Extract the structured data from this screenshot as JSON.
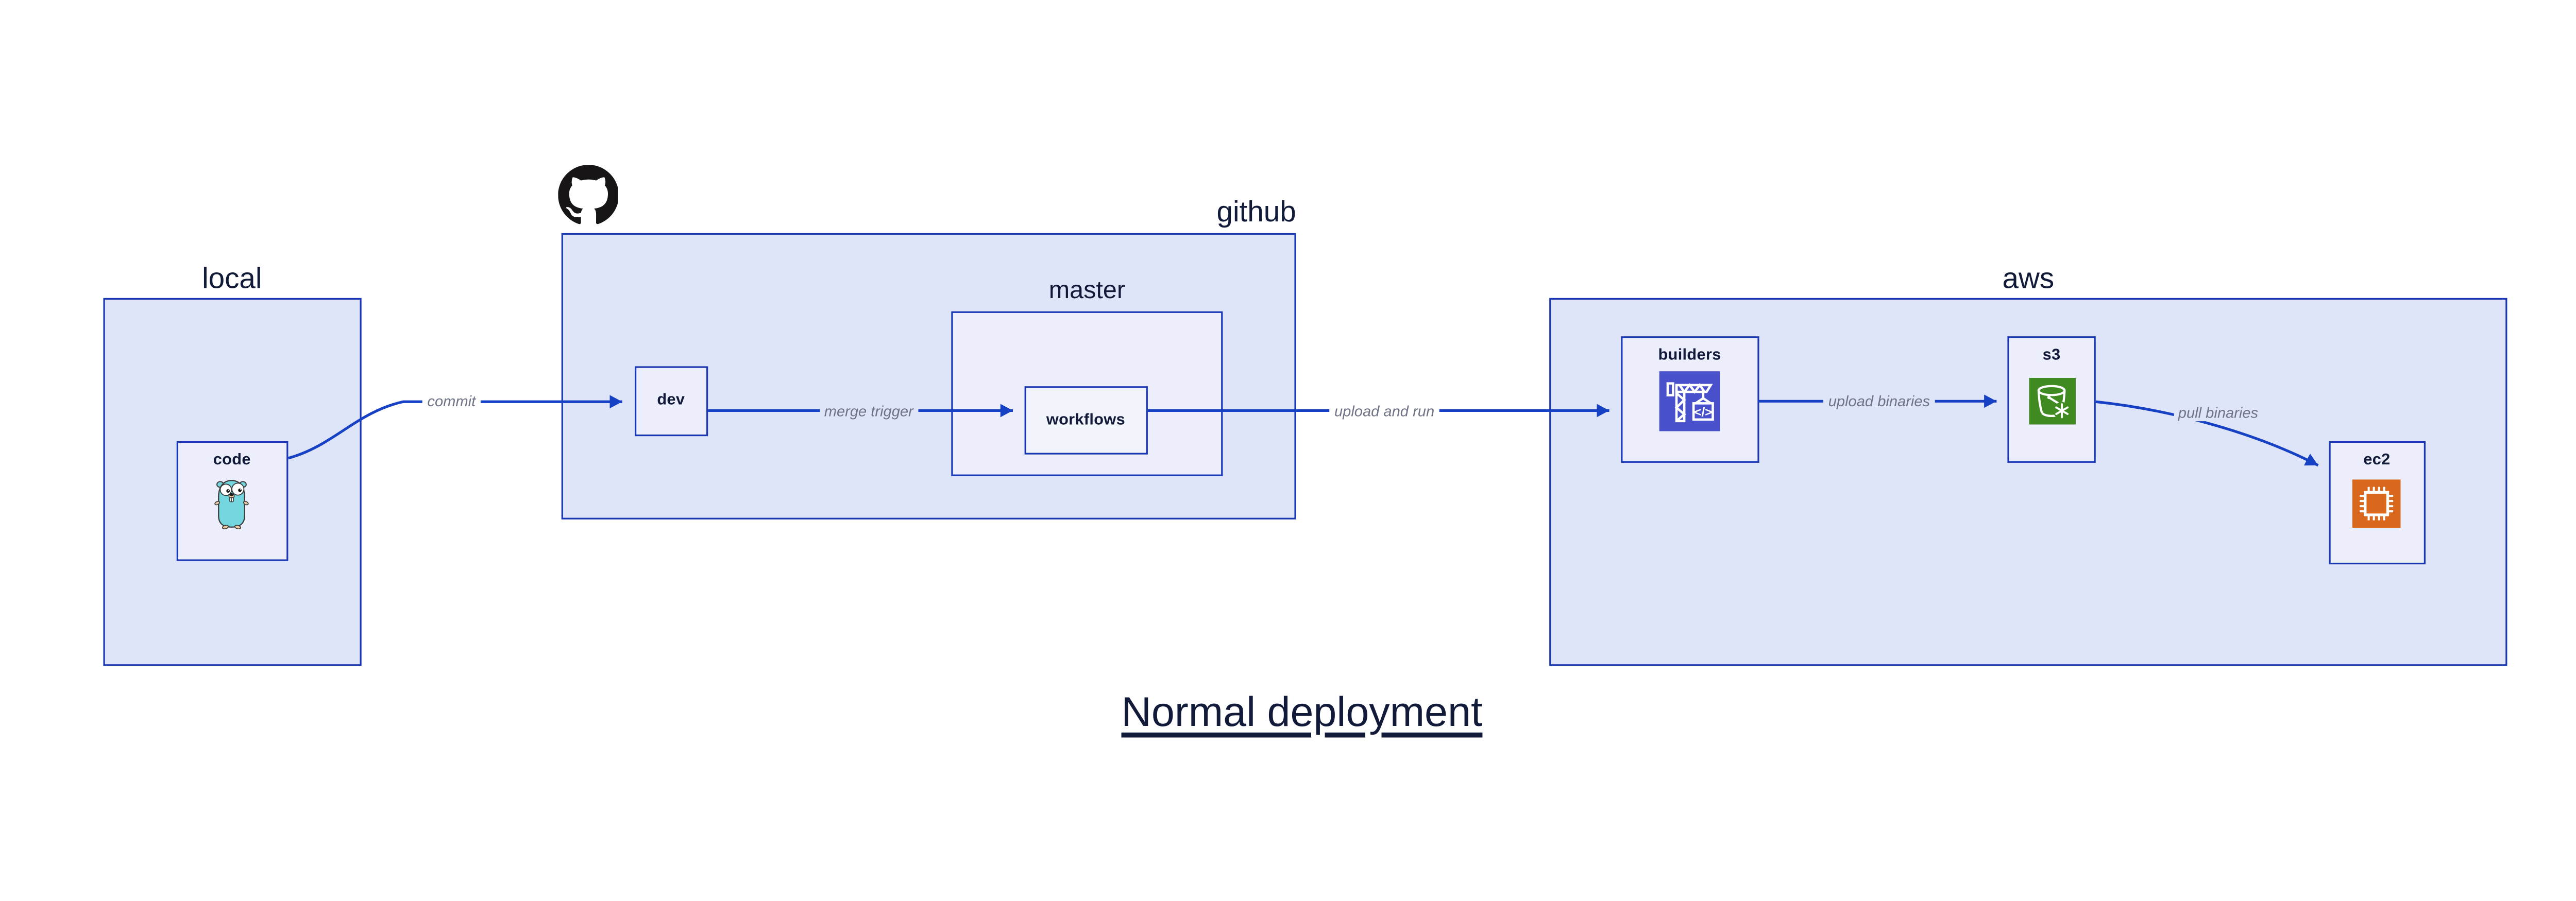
{
  "title": "Normal deployment",
  "groups": {
    "local": {
      "label": "local"
    },
    "github": {
      "label": "github"
    },
    "master": {
      "label": "master"
    },
    "aws": {
      "label": "aws"
    }
  },
  "nodes": {
    "code": {
      "label": "code"
    },
    "dev": {
      "label": "dev"
    },
    "workflows": {
      "label": "workflows"
    },
    "builders": {
      "label": "builders"
    },
    "s3": {
      "label": "s3"
    },
    "ec2": {
      "label": "ec2"
    }
  },
  "edges": {
    "commit": {
      "label": "commit"
    },
    "merge_trigger": {
      "label": "merge trigger"
    },
    "upload_and_run": {
      "label": "upload and run"
    },
    "upload_binaries": {
      "label": "upload binaries"
    },
    "pull_binaries": {
      "label": "pull binaries"
    }
  },
  "icons": {
    "github_octocat": "github-octocat-icon",
    "go_gopher": "go-gopher-icon",
    "codebuild_crane": "codebuild-crane-icon",
    "codebuild_glyph": "</>",
    "s3_bucket": "s3-bucket-icon",
    "ec2_chip": "ec2-chip-icon"
  },
  "colors": {
    "box_border": "#1a38b4",
    "arrow": "#1741c4",
    "group_fill": "#dfe5f8",
    "node_fill": "#eceffb",
    "inner_node_fill": "#f2f4fc",
    "text_navy": "#111a38",
    "edge_label_gray": "#6e7486",
    "builders_icon_bg": "#4850cc",
    "s3_icon_bg": "#3f8b21",
    "ec2_icon_bg": "#d9681c",
    "gopher_teal": "#74d7e0",
    "octocat_black": "#171515"
  }
}
